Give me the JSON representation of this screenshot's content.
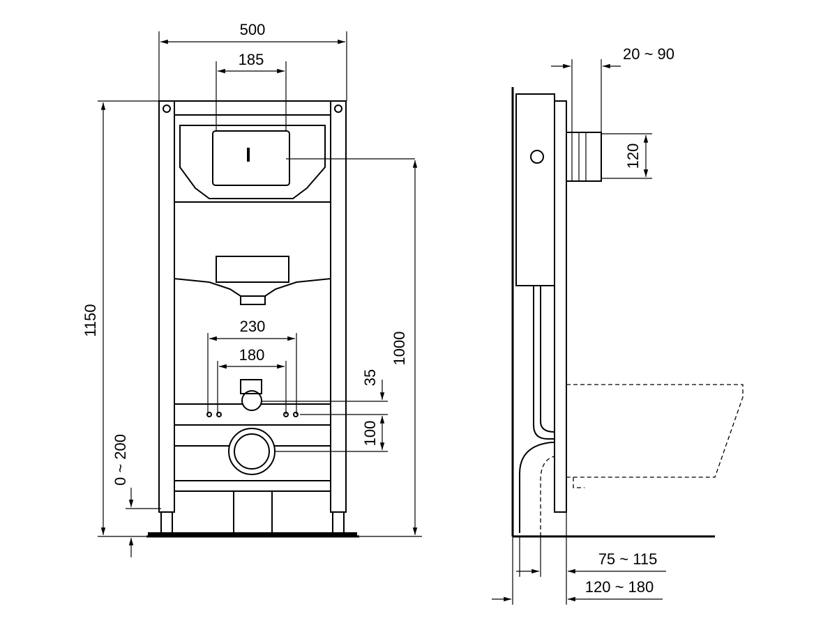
{
  "front_view": {
    "width_label": "500",
    "plate_width_label": "185",
    "height_label": "1150",
    "flush_height_label": "1000",
    "bolt_outer_label": "230",
    "bolt_inner_label": "180",
    "inlet_offset_label": "35",
    "outlet_offset_label": "100",
    "leg_adjust_label": "0 ~ 200"
  },
  "side_view": {
    "plate_depth_label": "20 ~ 90",
    "plate_height_label": "120",
    "outlet_depth_label": "75 ~ 115",
    "frame_depth_label": "120 ~ 180"
  }
}
